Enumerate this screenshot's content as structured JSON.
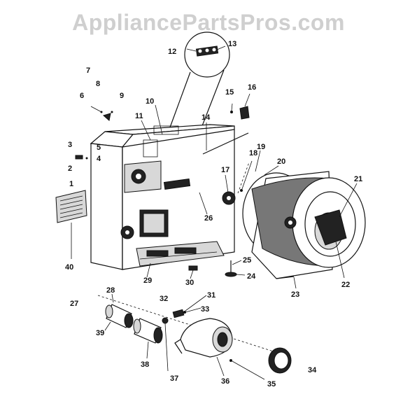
{
  "watermark": "AppliancePartsPros.com",
  "callouts": [
    "1",
    "2",
    "3",
    "4",
    "5",
    "6",
    "7",
    "8",
    "9",
    "10",
    "11",
    "12",
    "13",
    "14",
    "15",
    "16",
    "17",
    "18",
    "19",
    "20",
    "21",
    "22",
    "23",
    "24",
    "25",
    "26",
    "27",
    "28",
    "29",
    "30",
    "31",
    "32",
    "33",
    "34",
    "35",
    "36",
    "37",
    "38",
    "39",
    "40"
  ]
}
